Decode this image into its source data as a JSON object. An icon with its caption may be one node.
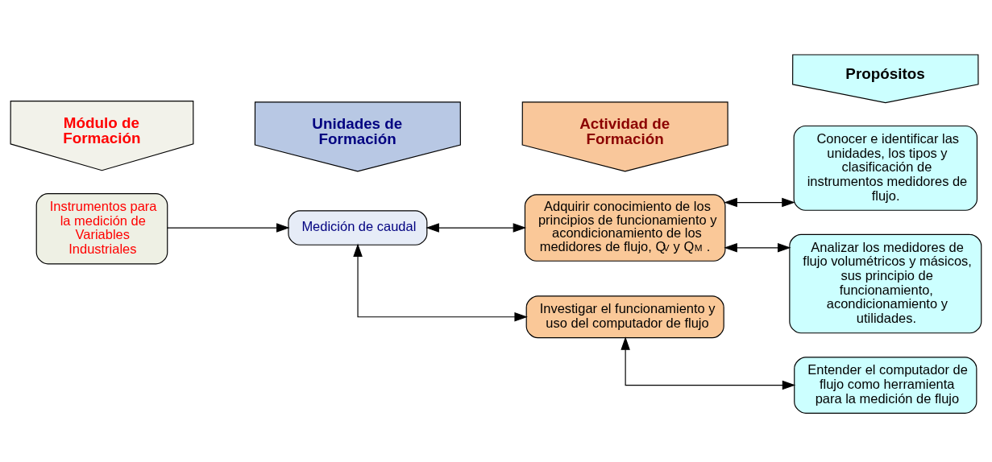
{
  "diagram": {
    "nodes": [
      {
        "text": [
          "Módulo de Formación"
        ]
      },
      {
        "text": [
          "Unidades de Formación"
        ]
      },
      {
        "text": [
          "Actividad de Formación"
        ]
      },
      {
        "text": [
          "Propósitos"
        ]
      },
      {
        "text": [
          "Instrumentos para la medición de Variables Industriales"
        ]
      },
      {
        "text": [
          "Medición de caudal"
        ]
      },
      {
        "text": [
          "Adquirir conocimiento de los principios de funcionamiento y acondicionamiento de los medidores de flujo, Q$_{V}$ y Q$_{M}$ ."
        ]
      },
      {
        "text": [
          "Investigar el funcionamiento y uso del computador de flujo"
        ]
      },
      {
        "text": [
          "Conocer e identificar las unidades, los tipos y clasificación de instrumentos medidores de flujo."
        ]
      },
      {
        "text": [
          "Analizar los medidores de flujo volumétricos y másicos, sus principio de funcionamiento, acondicionamiento y utilidades."
        ]
      },
      {
        "text": [
          "Entender el computador de flujo como herramienta para la medición de flujo"
        ]
      }
    ],
    "edges": [
      {
        "from": 4,
        "to": 5,
        "arrow": "to"
      },
      {
        "from": 5,
        "to": 6,
        "arrow": "both"
      },
      {
        "from": 5,
        "to": 7,
        "arrow": "both"
      },
      {
        "from": 6,
        "to": 8,
        "arrow": "both"
      },
      {
        "from": 6,
        "to": 9,
        "arrow": "both"
      },
      {
        "from": 7,
        "to": 10,
        "arrow": "both"
      }
    ]
  }
}
